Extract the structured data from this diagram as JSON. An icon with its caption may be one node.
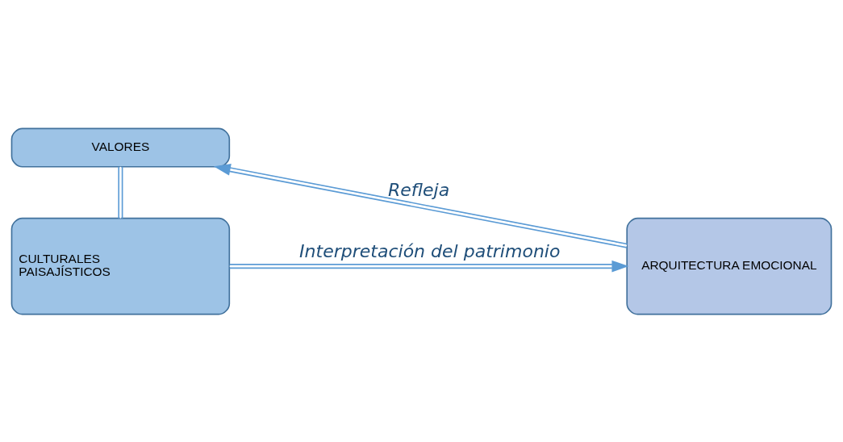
{
  "diagram": {
    "nodes": [
      {
        "text": [
          "VALORES"
        ]
      },
      {
        "text": [
          "CULTURALES",
          "PAISAJÍSTICOS"
        ]
      },
      {
        "text": [
          "ARQUITECTURA EMOCIONAL"
        ]
      }
    ],
    "edges": [
      {
        "from": 2,
        "to": 0,
        "arrow": "to",
        "label": "Refleja"
      },
      {
        "from": 0,
        "to": 1,
        "arrow": "none"
      },
      {
        "from": 1,
        "to": 2,
        "arrow": "to",
        "label": "Interpretación del patrimonio"
      }
    ]
  }
}
